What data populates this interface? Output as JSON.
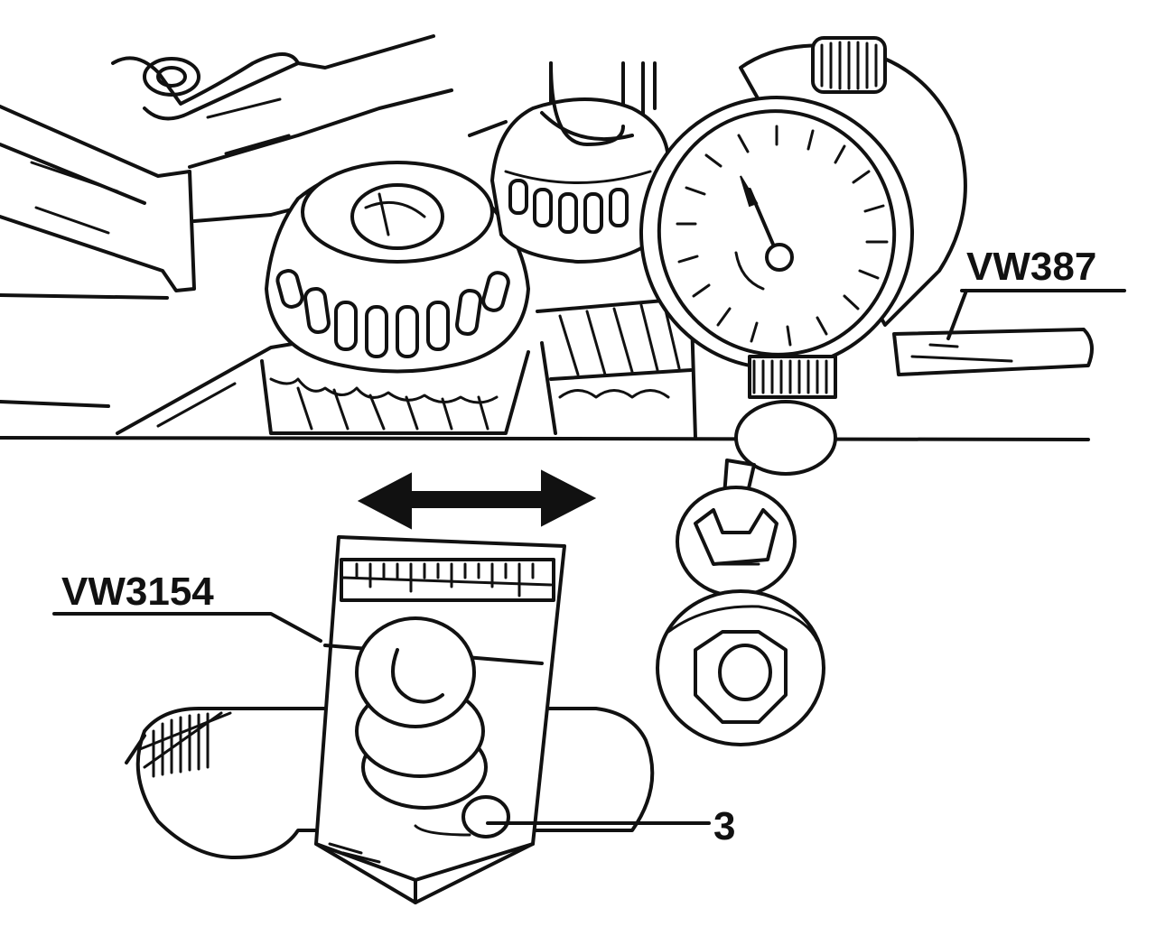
{
  "callouts": {
    "dial_gauge_holder": "VW387",
    "measuring_plate": "VW3154",
    "knurled_screw": "3"
  },
  "colors": {
    "ink": "#111111",
    "paper": "#ffffff"
  },
  "icons": {
    "motion_indicator": "double-arrow-icon"
  }
}
